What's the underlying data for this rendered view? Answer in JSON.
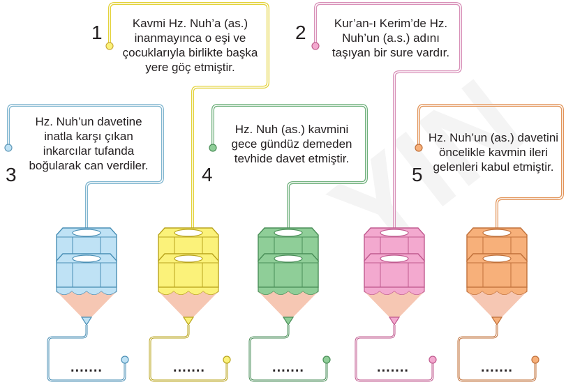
{
  "watermark": "YIN",
  "colors": {
    "blue": "#bfe2f5",
    "yellow": "#fbf27a",
    "green": "#8fce98",
    "pink": "#f3a9cf",
    "orange": "#f7b07a",
    "pencil_wood": "#f6c7b3"
  },
  "items": [
    {
      "number": "1",
      "text": "Kavmi Hz. Nuh’a (as.) inanmayınca o eşi ve çocuklarıyla birlikte başka yere göç etmiştir.",
      "color": "yellow"
    },
    {
      "number": "2",
      "text": "Kur’an-ı Kerim’de Hz. Nuh’un (a.s.) adını taşıyan bir sure vardır.",
      "color": "pink"
    },
    {
      "number": "3",
      "text": "Hz. Nuh’un davetine inatla karşı çıkan inkarcılar tufanda boğularak can verdiler.",
      "color": "blue"
    },
    {
      "number": "4",
      "text": "Hz. Nuh (as.) kavmini gece gündüz demeden tevhide davet etmiştir.",
      "color": "green"
    },
    {
      "number": "5",
      "text": "Hz. Nuh’un (as.) davetini öncelikle kavmin ileri gelenleri kabul etmiştir.",
      "color": "orange"
    }
  ],
  "answers": [
    {
      "blank": ".......",
      "color": "blue"
    },
    {
      "blank": ".......",
      "color": "yellow"
    },
    {
      "blank": ".......",
      "color": "green"
    },
    {
      "blank": ".......",
      "color": "pink"
    },
    {
      "blank": ".......",
      "color": "orange"
    }
  ]
}
